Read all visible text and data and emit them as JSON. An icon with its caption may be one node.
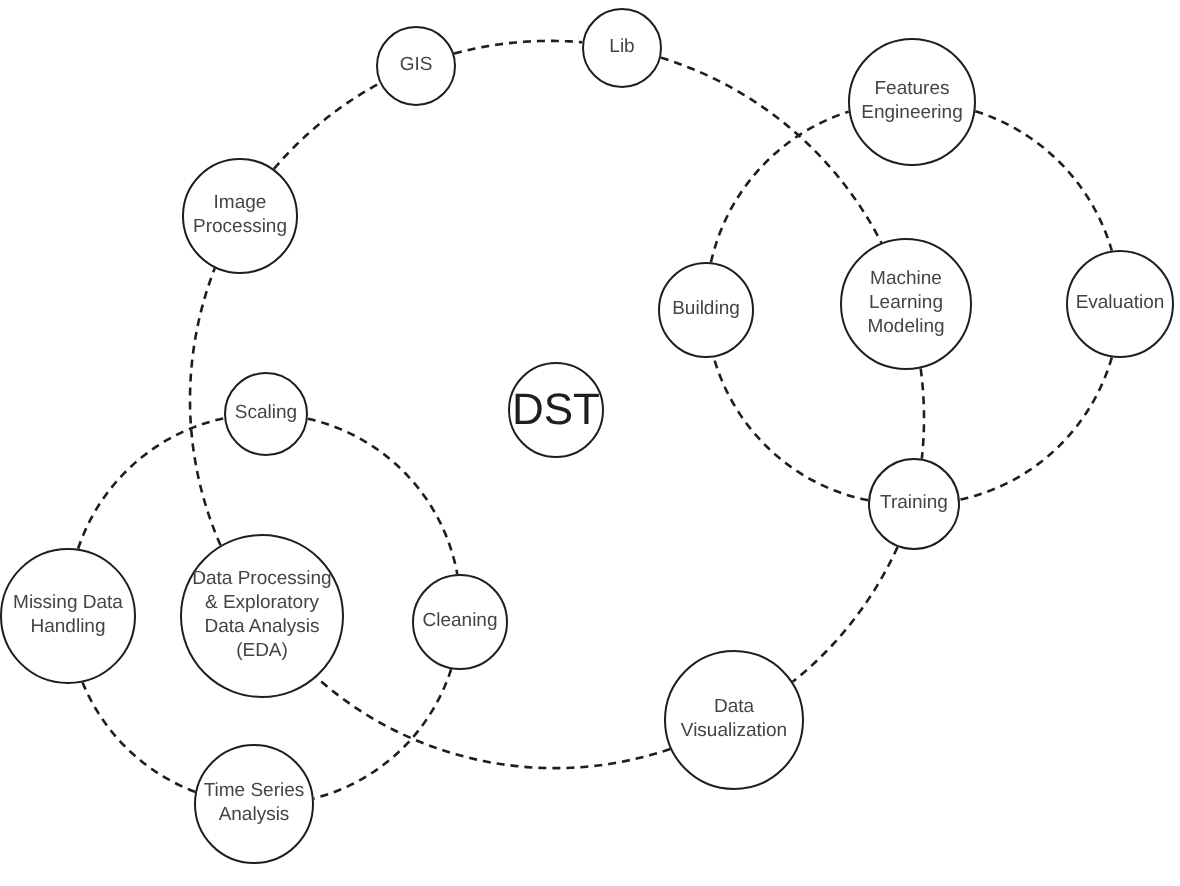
{
  "diagram": {
    "nodes": [
      {
        "text": [
          "GIS"
        ]
      },
      {
        "text": [
          "Lib"
        ]
      },
      {
        "text": [
          "Features Engineering"
        ]
      },
      {
        "text": [
          "Image Processing"
        ]
      },
      {
        "text": [
          "Building"
        ]
      },
      {
        "text": [
          "Machine Learning Modeling"
        ]
      },
      {
        "text": [
          "Evaluation"
        ]
      },
      {
        "text": [
          "Scaling"
        ]
      },
      {
        "text": [
          "DST"
        ]
      },
      {
        "text": [
          "Training"
        ]
      },
      {
        "text": [
          "Missing Data Handling"
        ]
      },
      {
        "text": [
          "Data Processing & Exploratory Data Analysis (EDA)"
        ]
      },
      {
        "text": [
          "Cleaning"
        ]
      },
      {
        "text": [
          "Data Visualization"
        ]
      },
      {
        "text": [
          "Time Series Analysis"
        ]
      }
    ],
    "edges": [
      {
        "from": 0,
        "to": 1,
        "arrow": "none",
        "style": "dashed"
      },
      {
        "from": 1,
        "to": 5,
        "arrow": "none",
        "style": "dashed"
      },
      {
        "from": 5,
        "to": 9,
        "arrow": "none",
        "style": "dashed"
      },
      {
        "from": 9,
        "to": 13,
        "arrow": "none",
        "style": "dashed"
      },
      {
        "from": 13,
        "to": 11,
        "arrow": "none",
        "style": "dashed"
      },
      {
        "from": 11,
        "to": 3,
        "arrow": "none",
        "style": "dashed"
      },
      {
        "from": 3,
        "to": 0,
        "arrow": "none",
        "style": "dashed"
      },
      {
        "from": 2,
        "to": 6,
        "arrow": "none",
        "style": "dashed"
      },
      {
        "from": 6,
        "to": 9,
        "arrow": "none",
        "style": "dashed"
      },
      {
        "from": 9,
        "to": 4,
        "arrow": "none",
        "style": "dashed"
      },
      {
        "from": 4,
        "to": 2,
        "arrow": "none",
        "style": "dashed"
      },
      {
        "from": 7,
        "to": 12,
        "arrow": "none",
        "style": "dashed"
      },
      {
        "from": 12,
        "to": 14,
        "arrow": "none",
        "style": "dashed"
      },
      {
        "from": 14,
        "to": 10,
        "arrow": "none",
        "style": "dashed"
      },
      {
        "from": 10,
        "to": 7,
        "arrow": "none",
        "style": "dashed"
      }
    ]
  }
}
